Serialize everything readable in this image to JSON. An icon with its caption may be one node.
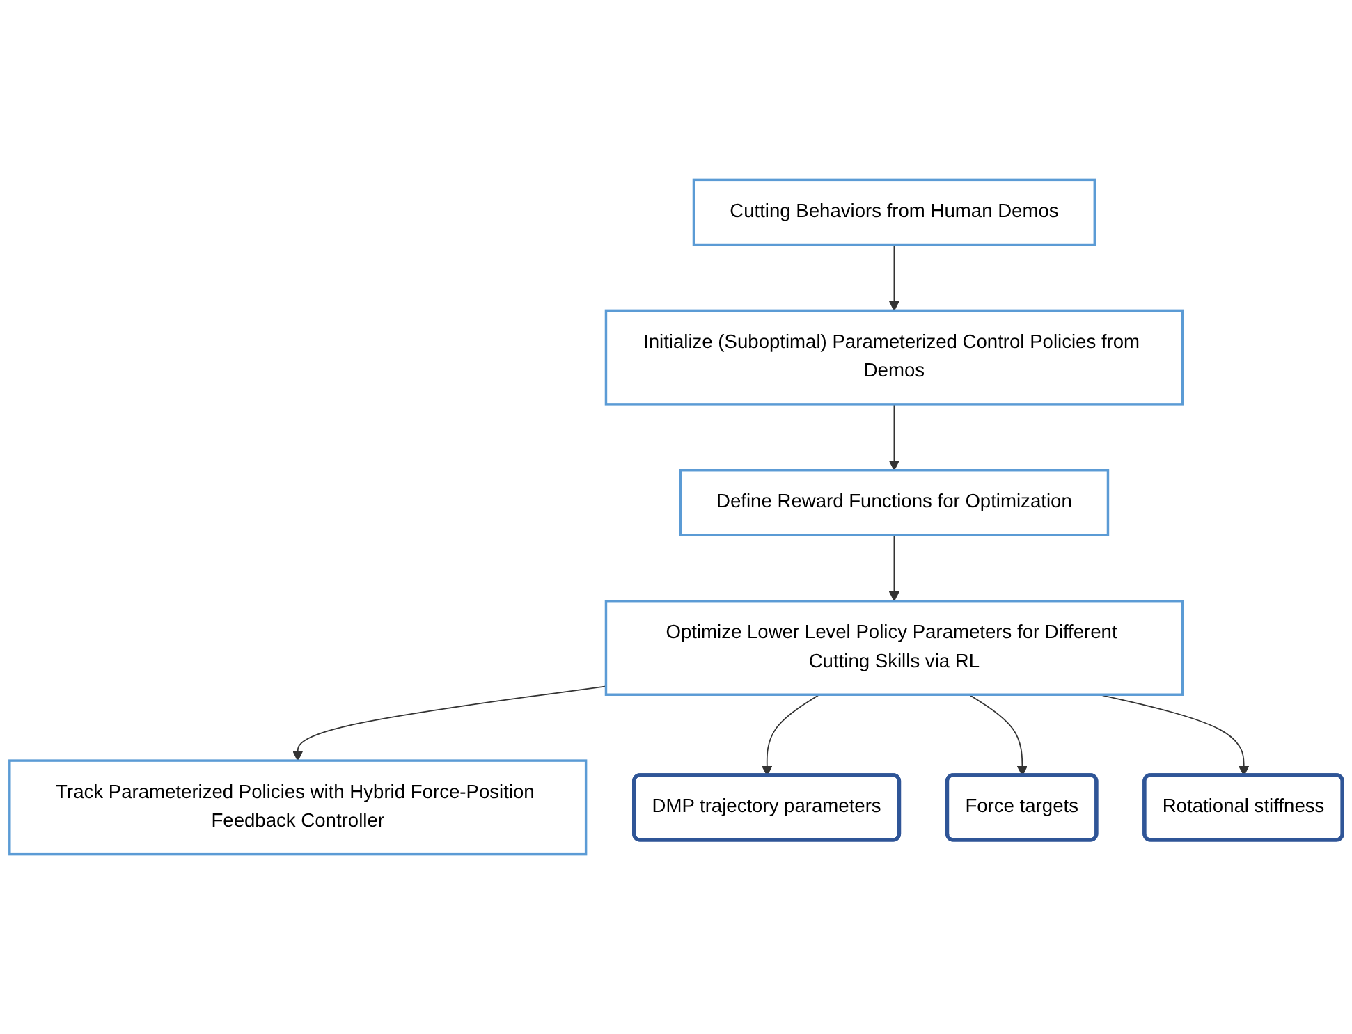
{
  "diagram": {
    "nodes": [
      {
        "text": [
          "Cutting Behaviors from Human Demos"
        ]
      },
      {
        "text": [
          "Initialize (Suboptimal) Parameterized Control Policies from Demos"
        ]
      },
      {
        "text": [
          "Define Reward Functions for Optimization"
        ]
      },
      {
        "text": [
          "Optimize Lower Level Policy Parameters for Different Cutting Skills via RL"
        ]
      },
      {
        "text": [
          "Track Parameterized Policies with Hybrid Force-Position Feedback Controller"
        ]
      },
      {
        "text": [
          "DMP trajectory parameters"
        ]
      },
      {
        "text": [
          "Force targets"
        ]
      },
      {
        "text": [
          "Rotational stiffness"
        ]
      }
    ],
    "edges": [
      {
        "from": 0,
        "to": 1,
        "arrow": "to"
      },
      {
        "from": 1,
        "to": 2,
        "arrow": "to"
      },
      {
        "from": 2,
        "to": 3,
        "arrow": "to"
      },
      {
        "from": 3,
        "to": 4,
        "arrow": "to"
      },
      {
        "from": 3,
        "to": 5,
        "arrow": "to"
      },
      {
        "from": 3,
        "to": 6,
        "arrow": "to"
      },
      {
        "from": 3,
        "to": 7,
        "arrow": "to"
      }
    ]
  }
}
